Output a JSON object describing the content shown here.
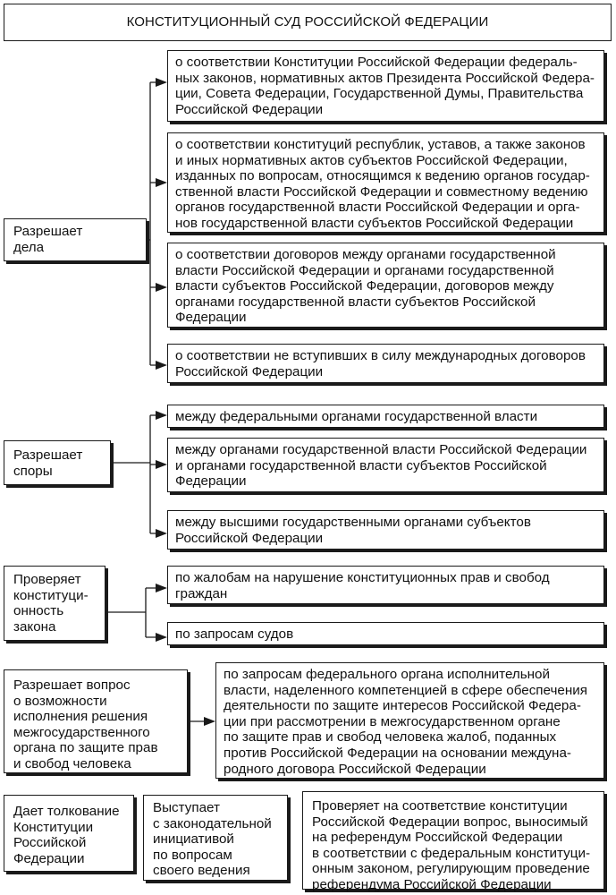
{
  "title": "КОНСТИТУЦИОННЫЙ СУД РОССИЙСКОЙ ФЕДЕРАЦИИ",
  "groups": [
    {
      "label": "Разрешает\nдела",
      "items": [
        "о соответствии Конституции Российской Федерации федераль-\nных законов, нормативных актов Президента Российской Федера-\nции, Совета Федерации, Государственной Думы, Правительства\nРоссийской Федерации",
        "о соответствии конституций республик, уставов, а также законов\nи иных нормативных актов субъектов Российской Федерации,\nизданных по вопросам, относящимся к ведению органов государ-\nственной власти Российской Федерации и совместному ведению\nорганов государственной власти Российской Федерации и орга-\nнов государственной власти субъектов Российской Федерации",
        "о соответствии договоров между органами государственной\nвласти Российской Федерации и органами государственной\nвласти субъектов Российской Федерации, договоров между\nорганами государственной власти субъектов Российской\nФедерации",
        "о соответствии не вступивших в силу международных договоров\nРоссийской Федерации"
      ]
    },
    {
      "label": "Разрешает\nспоры",
      "items": [
        "между федеральными органами государственной власти",
        "между органами государственной власти Российской Федерации\nи органами государственной власти субъектов Российской\nФедерации",
        "между высшими государственными органами субъектов\nРоссийской Федерации"
      ]
    },
    {
      "label": "Проверяет\nконституци-\nонность\nзакона",
      "items": [
        "по жалобам на нарушение конституционных прав и свобод\nграждан",
        "по запросам судов"
      ]
    },
    {
      "label": "Разрешает вопрос\nо возможности\nисполнения решения\nмежгосударственного\nоргана по защите прав\nи свобод человека",
      "items": [
        "по запросам федерального органа исполнительной\nвласти, наделенного компетенцией в сфере обеспечения\nдеятельности по защите интересов Российской Федера-\nции при рассмотрении в межгосударственном органе\nпо защите прав и свобод человека жалоб, поданных\nпротив Российской Федерации на основании междуна-\nродного договора Российской Федерации"
      ]
    }
  ],
  "bottom": [
    "Дает толкование\nКонституции\nРоссийской\nФедерации",
    "Выступает\nс законодательной\nинициативой\nпо вопросам\nсвоего ведения",
    "Проверяет на соответствие конституции\nРоссийской Федерации вопрос, выносимый\nна референдум Российской Федерации\nв соответствии с федеральным конституци-\nонным законом, регулирующим проведение\nреферендума Российской Федерации"
  ]
}
